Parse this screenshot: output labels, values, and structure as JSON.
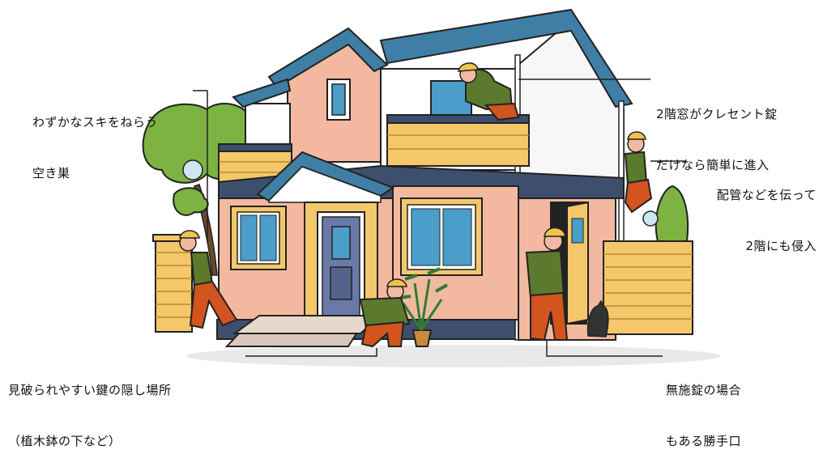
{
  "callouts": {
    "gap_thief": {
      "line1": "わずかなスキをねらう",
      "line2": "空き巣"
    },
    "window_lock": {
      "line1": "2階窓がクレセント錠",
      "line2": "だけなら簡単に進入"
    },
    "pipe_climb": {
      "line1": "配管などを伝って",
      "line2": "2階にも侵入"
    },
    "key_hiding": {
      "line1": "見破られやすい鍵の隠し場所",
      "line2": "（植木鉢の下など）"
    },
    "back_door": {
      "line1": "無施錠の場合",
      "line2": "もある勝手口"
    }
  },
  "colors": {
    "roof": "#3f7fa6",
    "wall": "#f2b9a0",
    "brick": "#f4c86a",
    "trim": "#3d4f6d",
    "thief_shirt": "#5b7a2e",
    "thief_pants": "#d2541e",
    "cap": "#f2c24a",
    "foliage": "#7cb342"
  }
}
